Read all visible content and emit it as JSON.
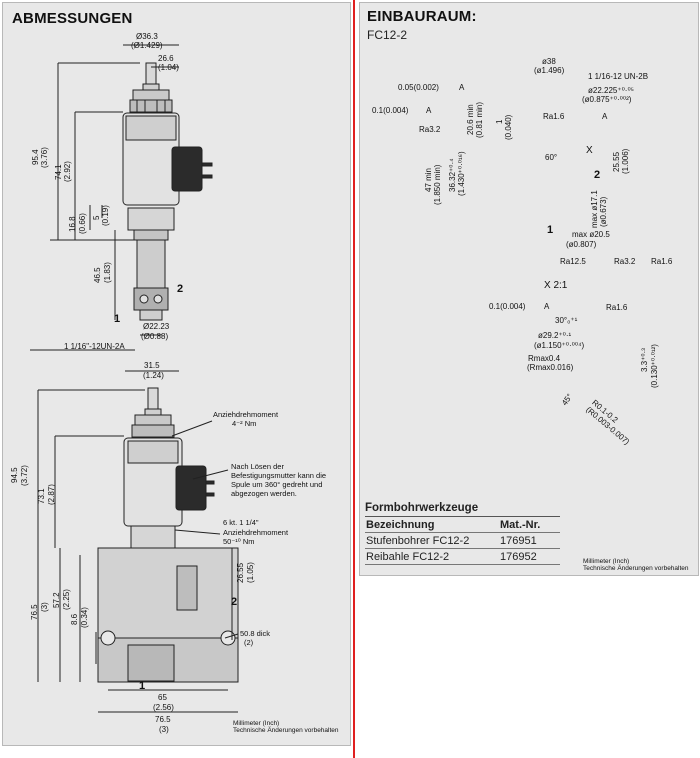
{
  "left": {
    "title": "ABMESSUNGEN",
    "top_drawing": {
      "dia_top": "Ø36.3",
      "dia_top_in": "(Ø1.429)",
      "w_26": "26.6",
      "w_26_in": "(1.04)",
      "h_95": "95.4",
      "h_95_in": "(3.76)",
      "h_74": "74.1",
      "h_74_in": "(2.92)",
      "h_16": "16.8",
      "h_16_in": "(0.66)",
      "h_5": "5",
      "h_5_in": "(0.19)",
      "h_46": "46.5",
      "h_46_in": "(1.83)",
      "dia_bottom": "Ø22.23",
      "dia_bottom_in": "(Ø0.88)",
      "thread": "1 1/16\"-12UN-2A",
      "port1": "1",
      "port2": "2"
    },
    "bottom_drawing": {
      "w_31": "31.5",
      "w_31_in": "(1.24)",
      "torque1_label": "Anziehdrehmoment",
      "torque1_value": "4⁻² Nm",
      "note_coil": "Nach Lösen der Befestigungsmutter kann die Spule um 360° gedreht und abgezogen werden.",
      "hex": "6 kt. 1 1/4\"",
      "torque2_label": "Anziehdrehmoment",
      "torque2_value": "50⁻¹⁰ Nm",
      "h_94": "94.5",
      "h_94_in": "(3.72)",
      "h_73": "73.1",
      "h_73_in": "(2.87)",
      "h_26": "26.55",
      "h_26_in": "(1.05)",
      "h_76": "76.5",
      "h_76_in": "(3)",
      "h_57": "57.2",
      "h_57_in": "(2.25)",
      "h_8": "8.6",
      "h_8_in": "(0.34)",
      "thick": "50.8  dick",
      "thick_in": "(2)",
      "w_65": "65",
      "w_65_in": "(2.56)",
      "w_76": "76.5",
      "w_76_in": "(3)",
      "port1": "1",
      "port2": "2"
    },
    "footer_line1": "Millimeter (Inch)",
    "footer_line2": "Technische Änderungen vorbehalten"
  },
  "right": {
    "title": "EINBAURAUM:",
    "subtitle": "FC12-2",
    "cavity": {
      "dia_38": "ø38",
      "dia_38_in": "(ø1.496)",
      "thread": "1 1/16-12 UN-2B",
      "dia_22": "ø22.225⁺⁰·⁰⁵",
      "dia_22_in": "(ø0.875⁺⁰·⁰⁰²)",
      "tol_perp": "0.05(0.002)",
      "tol_perp_ref": "A",
      "tol_par": "0.1(0.004)",
      "tol_par_ref": "A",
      "ra32": "Ra3.2",
      "ra16": "Ra1.6",
      "ref_a": "A",
      "ref_x": "X",
      "angle": "60°",
      "d_20": "20.6 min",
      "d_20_in": "(0.81 min)",
      "d_1": "1",
      "d_1_in": "(0.040)",
      "d_47": "47 min",
      "d_47_in": "(1.850 min)",
      "d_36": "36.32⁺⁰·⁴",
      "d_36_in": "(1.430⁺⁰·⁰¹⁶)",
      "d_25": "25.55",
      "d_25_in": "(1.006)",
      "dia_17": "max ø17.1",
      "dia_17_in": "(ø0.673)",
      "dia_20": "max ø20.5",
      "dia_20_in": "(ø0.807)",
      "port1": "1",
      "port2": "2",
      "rough1": "Ra12.5",
      "rough2": "Ra3.2",
      "rough3": "Ra1.6"
    },
    "detail": {
      "label": "X  2:1",
      "tol": "0.1(0.004)",
      "tol_ref": "A",
      "ra16": "Ra1.6",
      "angle": "30°₀⁺¹",
      "dia": "ø29.2⁺⁰·¹",
      "dia_in": "(ø1.150⁺⁰·⁰⁰⁴)",
      "rmax": "Rmax0.4",
      "rmax_in": "(Rmax0.016)",
      "h_33": "3.3⁺⁰·³",
      "h_33_in": "(0.130⁺⁰·⁰¹²)",
      "r_08": "R0.1-0.2",
      "r_08_in": "(R0.003-0.007)",
      "angle45": "45°"
    },
    "tools_table": {
      "caption": "Formbohrwerkzeuge",
      "col1": "Bezeichnung",
      "col2": "Mat.-Nr.",
      "rows": [
        {
          "name": "Stufenbohrer FC12-2",
          "num": "176951"
        },
        {
          "name": "Reibahle  FC12-2",
          "num": "176952"
        }
      ]
    },
    "footer_line1": "Millimeter (Inch)",
    "footer_line2": "Technische Änderungen vorbehalten"
  }
}
